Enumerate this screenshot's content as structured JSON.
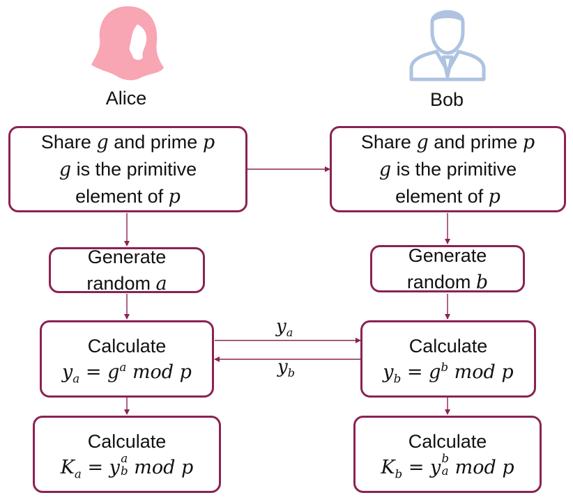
{
  "colors": {
    "box_border": "#8b2252",
    "alice_icon": "#f8a5b4",
    "bob_icon": "#aec3e0"
  },
  "icons": {
    "alice": "woman-silhouette-icon",
    "bob": "man-in-suit-icon"
  },
  "alice": {
    "name": "Alice",
    "share": {
      "l1_pre": "Share ",
      "g": "g",
      "l1_mid": " and prime ",
      "p": "p",
      "l2_g": "g",
      "l2_rest": " is the primitive",
      "l3_pre": "element of ",
      "l3_p": "p"
    },
    "generate": {
      "l1": "Generate",
      "l2_pre": "random ",
      "var": "a"
    },
    "calc_y": {
      "title": "Calculate",
      "lhs": "y",
      "lhs_sub": "a",
      "eq": " = ",
      "base": "g",
      "exp": "a",
      "mod": " mod ",
      "p": "p"
    },
    "calc_k": {
      "title": "Calculate",
      "lhs": "K",
      "lhs_sub": "a",
      "eq": " = ",
      "base": "y",
      "exp": "a",
      "sub": "b",
      "mod": " mod ",
      "p": "p"
    }
  },
  "bob": {
    "name": "Bob",
    "share": {
      "l1_pre": "Share ",
      "g": "g",
      "l1_mid": " and prime ",
      "p": "p",
      "l2_g": "g",
      "l2_rest": " is the primitive",
      "l3_pre": "element of ",
      "l3_p": "p"
    },
    "generate": {
      "l1": "Generate",
      "l2_pre": "random ",
      "var": "b"
    },
    "calc_y": {
      "title": "Calculate",
      "lhs": "y",
      "lhs_sub": "b",
      "eq": " = ",
      "base": "g",
      "exp": "b",
      "mod": " mod ",
      "p": "p"
    },
    "calc_k": {
      "title": "Calculate",
      "lhs": "K",
      "lhs_sub": "b",
      "eq": " = ",
      "base": "y",
      "exp": "b",
      "sub": "a",
      "mod": " mod ",
      "p": "p"
    }
  },
  "exchange": {
    "to_bob": {
      "base": "y",
      "sub": "a"
    },
    "to_alice": {
      "base": "y",
      "sub": "b"
    }
  }
}
